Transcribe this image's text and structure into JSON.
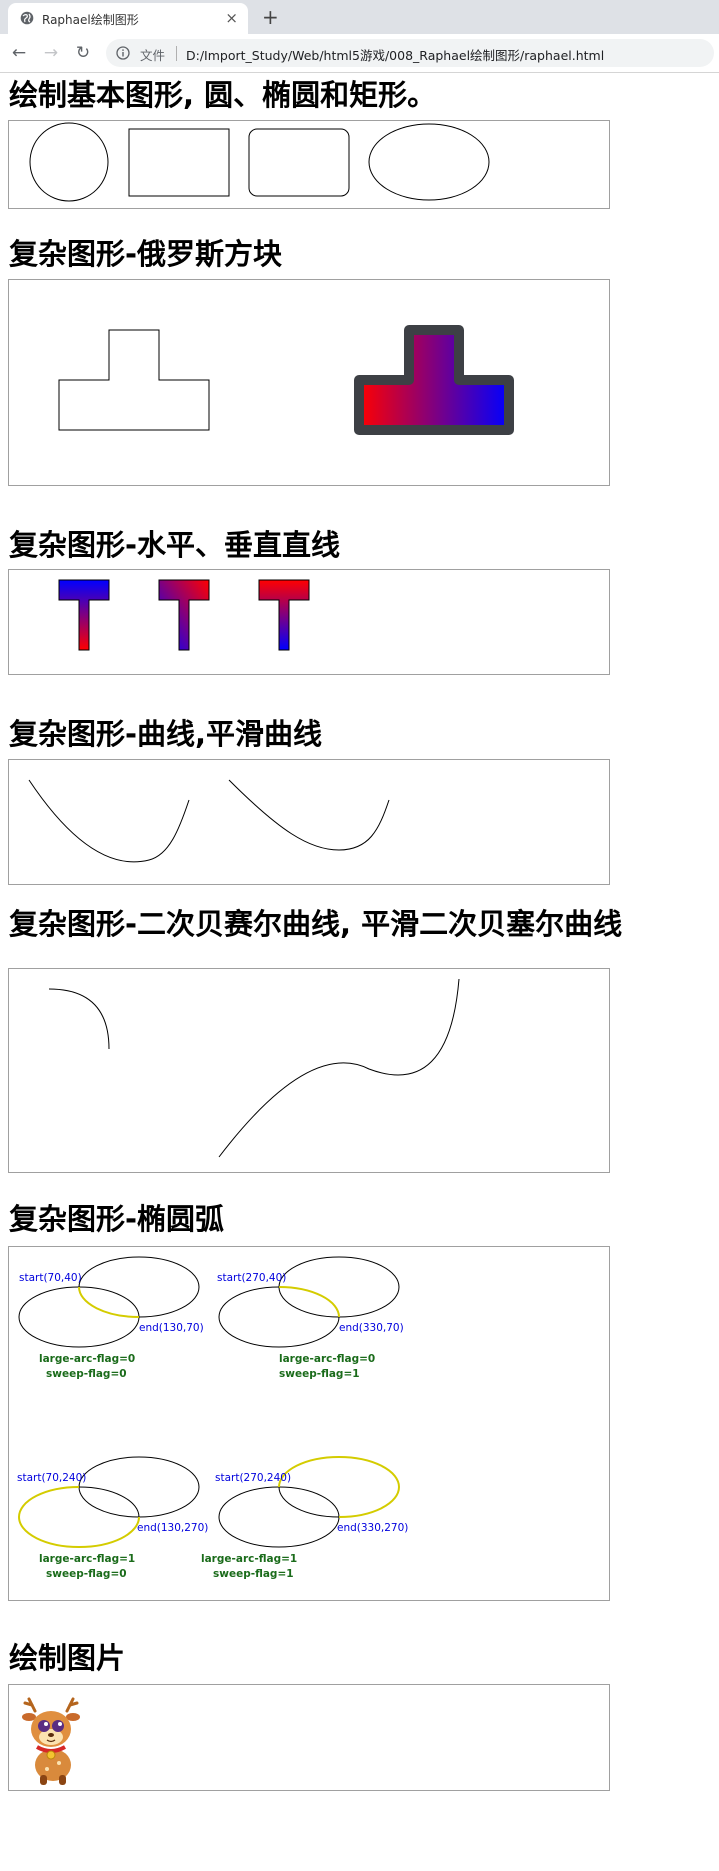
{
  "browser": {
    "tab_title": "Raphael绘制图形",
    "close_symbol": "×",
    "new_tab_symbol": "+",
    "back_symbol": "←",
    "forward_symbol": "→",
    "reload_symbol": "↻",
    "address_label": "文件",
    "url": "D:/Import_Study/Web/html5游戏/008_Raphael绘制图形/raphael.html",
    "icons": [
      "globe-icon",
      "close-icon",
      "plus-icon",
      "back-arrow-icon",
      "forward-arrow-icon",
      "reload-icon",
      "info-icon"
    ]
  },
  "sections": [
    {
      "title": "绘制基本图形, 圆、椭圆和矩形。"
    },
    {
      "title": "复杂图形-俄罗斯方块"
    },
    {
      "title": "复杂图形-水平、垂直直线"
    },
    {
      "title": "复杂图形-曲线,平滑曲线"
    },
    {
      "title": "复杂图形-二次贝赛尔曲线, 平滑二次贝塞尔曲线"
    },
    {
      "title": "复杂图形-椭圆弧"
    },
    {
      "title": "绘制图片"
    }
  ],
  "arcs": {
    "start_1": "start(70,40)",
    "end_1": "end(130,70)",
    "flags_1a": "large-arc-flag=0",
    "flags_1b": "sweep-flag=0",
    "start_2": "start(270,40)",
    "end_2": "end(330,70)",
    "flags_2a": "large-arc-flag=0",
    "flags_2b": "sweep-flag=1",
    "start_3": "start(70,240)",
    "end_3": "end(130,270)",
    "flags_3a": "large-arc-flag=1",
    "flags_3b": "sweep-flag=0",
    "start_4": "start(270,240)",
    "end_4": "end(330,270)",
    "flags_4a": "large-arc-flag=1",
    "flags_4b": "sweep-flag=1"
  },
  "colors": {
    "gradient_red": "#ff0000",
    "gradient_blue": "#0000ff",
    "tetris_border": "#3d4045",
    "arc_highlight": "#d4cc00",
    "annotation_blue": "#0000dd",
    "annotation_green": "#1a6b1a"
  },
  "image": {
    "icon": "cartoon-deer-icon"
  }
}
